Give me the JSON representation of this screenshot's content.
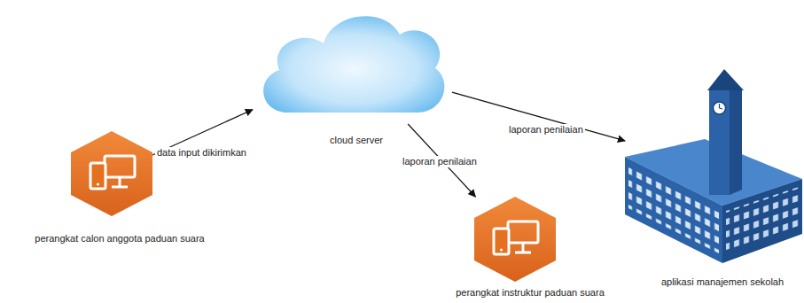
{
  "diagram": {
    "nodes": [
      {
        "text": [
          "cloud server"
        ]
      },
      {
        "text": [
          "perangkat calon anggota paduan suara"
        ]
      },
      {
        "text": [
          "perangkat instruktur paduan suara"
        ]
      },
      {
        "text": [
          "aplikasi manajemen sekolah"
        ]
      }
    ],
    "edges": [
      {
        "from": 1,
        "to": 0,
        "label": "data input dikirimkan",
        "arrow": "to"
      },
      {
        "from": 0,
        "to": 2,
        "label": "laporan penilaian",
        "arrow": "to"
      },
      {
        "from": 0,
        "to": 3,
        "label": "laporan penilaian",
        "arrow": "to"
      }
    ]
  }
}
